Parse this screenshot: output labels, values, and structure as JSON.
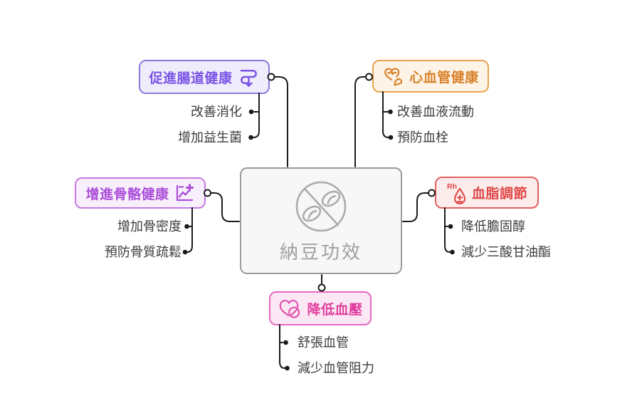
{
  "diagram": {
    "type": "mindmap",
    "title": "納豆功效"
  },
  "palette": {
    "background": "#ffffff",
    "connector_line": "#1b1b1b",
    "child_text": "#3d3d3d",
    "center_gray": "#9e9e9e"
  },
  "center": {
    "label": "納豆功效",
    "icon": "natto-beans-circle-slash-icon",
    "border": "#9b9b9b",
    "fill": "#f7f7f7",
    "text": "#9e9e9e"
  },
  "branches": [
    {
      "label": "促進腸道健康",
      "icon": "intestines-arrow-icon",
      "position": "top-left",
      "colors": {
        "border": "#8a7ae0",
        "fill": "#efecfb",
        "text": "#7a55e6"
      },
      "children": [
        "改善消化",
        "增加益生菌"
      ]
    },
    {
      "label": "心血管健康",
      "icon": "heart-pulse-muscle-icon",
      "position": "top-right",
      "colors": {
        "border": "#e8a44c",
        "fill": "#fdf3e6",
        "text": "#d9822b"
      },
      "children": [
        "改善血液流動",
        "預防血栓"
      ]
    },
    {
      "label": "增進骨骼健康",
      "icon": "health-chart-plus-icon",
      "position": "left",
      "colors": {
        "border": "#c77ae0",
        "fill": "#f8effc",
        "text": "#ab4fd9"
      },
      "children": [
        "增加骨密度",
        "預防骨質疏鬆"
      ]
    },
    {
      "label": "血脂調節",
      "icon": "rh-blood-drop-icon",
      "icon_text": "Rh",
      "position": "right",
      "colors": {
        "border": "#e36060",
        "fill": "#fdecec",
        "text": "#e04848"
      },
      "children": [
        "降低膽固醇",
        "減少三酸甘油酯"
      ]
    },
    {
      "label": "降低血壓",
      "icon": "heart-prohibition-icon",
      "position": "bottom",
      "colors": {
        "border": "#e668c0",
        "fill": "#fce8f5",
        "text": "#e0409f"
      },
      "children": [
        "舒張血管",
        "減少血管阻力"
      ]
    }
  ]
}
